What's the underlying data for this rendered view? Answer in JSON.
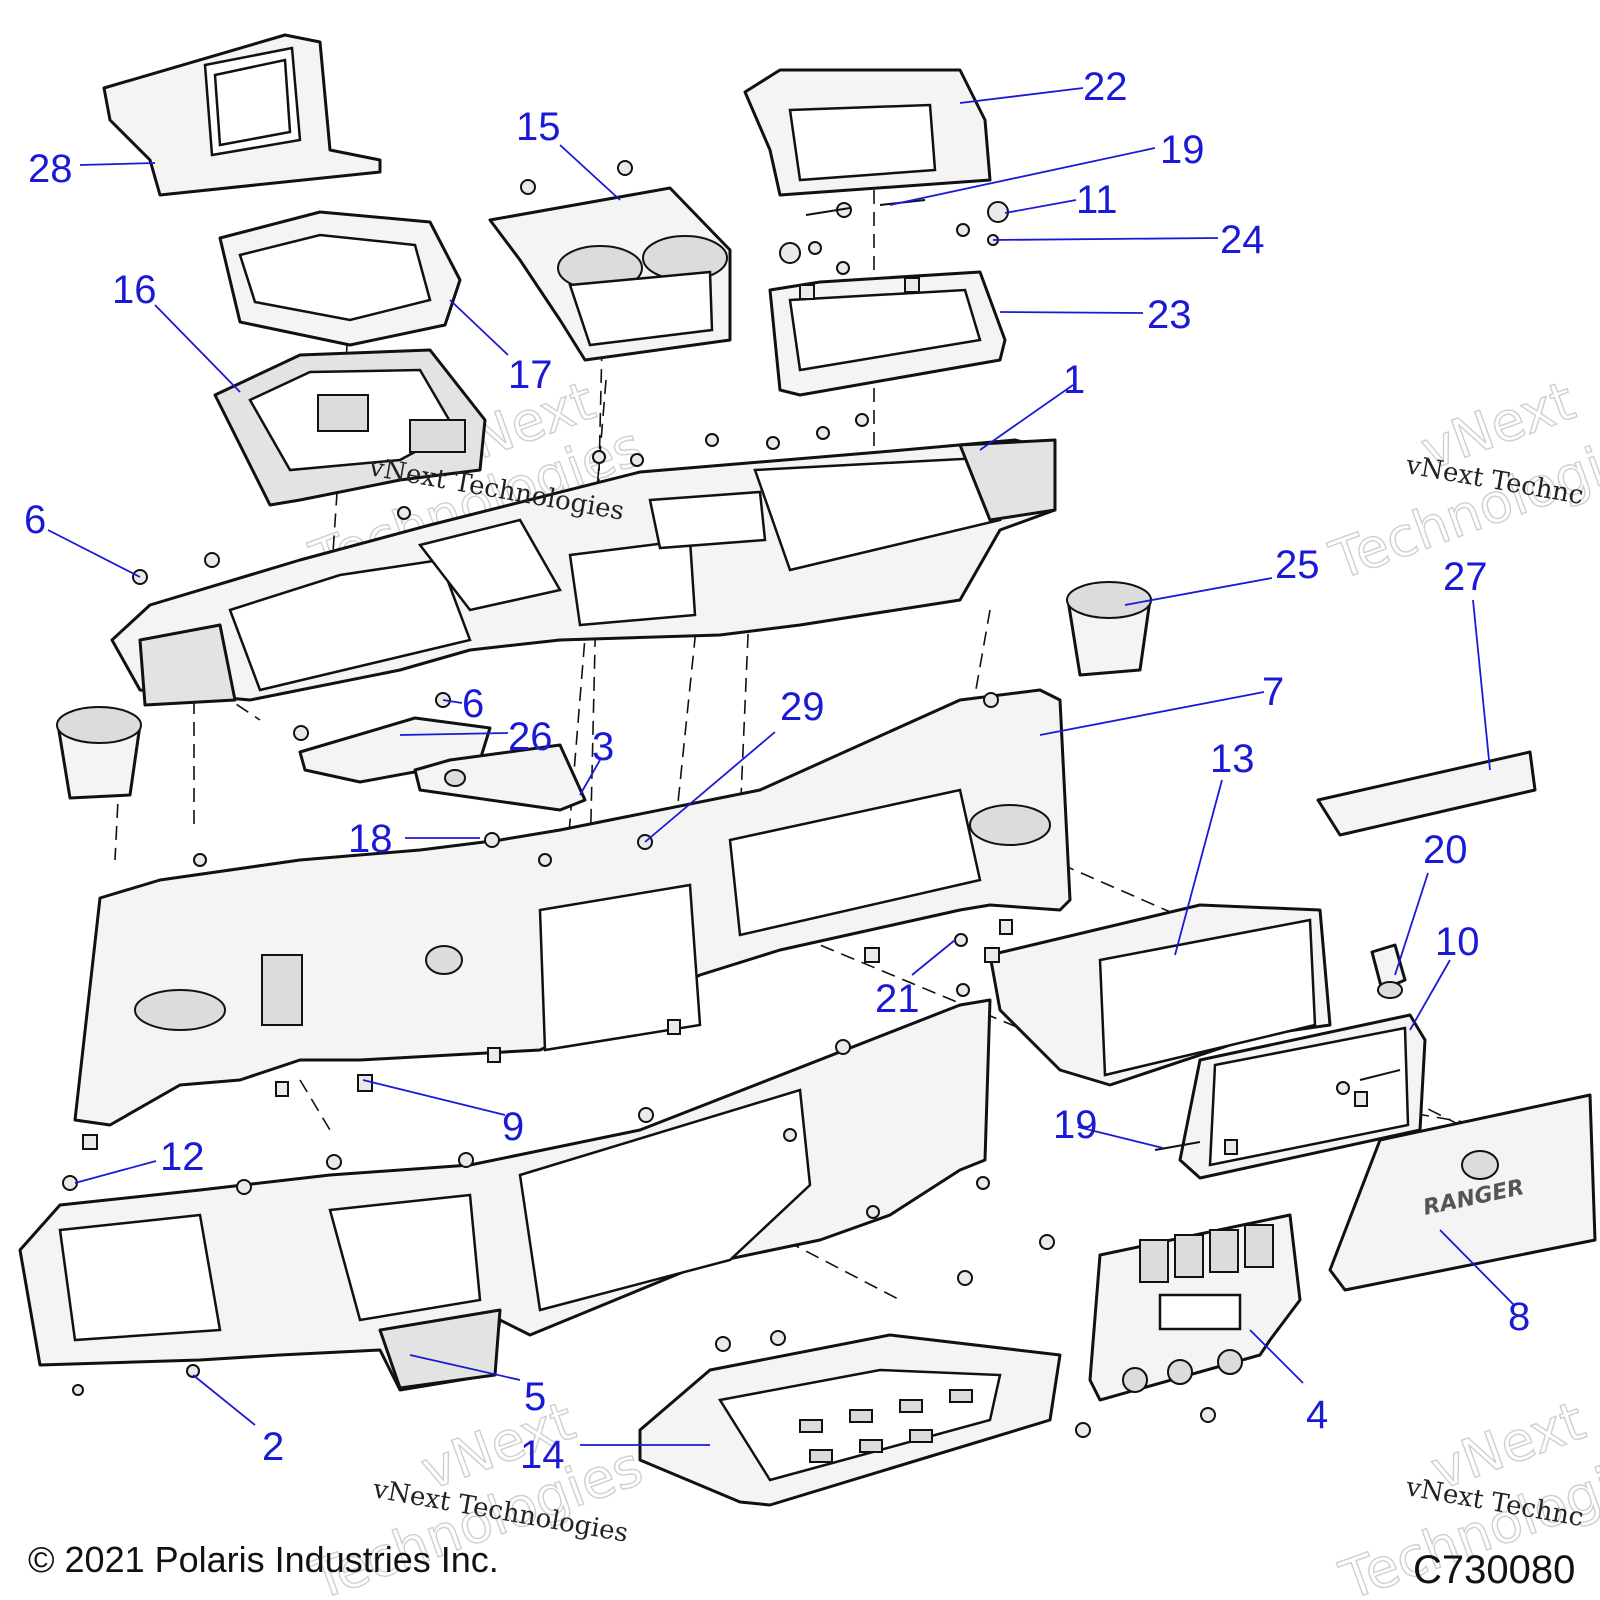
{
  "callouts": [
    {
      "label": "1"
    },
    {
      "label": "2"
    },
    {
      "label": "3"
    },
    {
      "label": "4"
    },
    {
      "label": "5"
    },
    {
      "label": "6"
    },
    {
      "label": "6"
    },
    {
      "label": "7"
    },
    {
      "label": "8"
    },
    {
      "label": "9"
    },
    {
      "label": "10"
    },
    {
      "label": "11"
    },
    {
      "label": "12"
    },
    {
      "label": "13"
    },
    {
      "label": "14"
    },
    {
      "label": "15"
    },
    {
      "label": "16"
    },
    {
      "label": "17"
    },
    {
      "label": "18"
    },
    {
      "label": "19"
    },
    {
      "label": "19"
    },
    {
      "label": "20"
    },
    {
      "label": "21"
    },
    {
      "label": "22"
    },
    {
      "label": "23"
    },
    {
      "label": "24"
    },
    {
      "label": "25"
    },
    {
      "label": "26"
    },
    {
      "label": "27"
    },
    {
      "label": "28"
    },
    {
      "label": "29"
    }
  ],
  "watermark": {
    "big_line1": "vNext",
    "big_line2": "Technologies",
    "small": "vNext Technologies",
    "small_cut": "vNext Technc"
  },
  "footer": {
    "copyright": "© 2021 Polaris Industries Inc.",
    "drawing_code": "C730080"
  },
  "emboss": {
    "glovebox_logo": "RANGER"
  },
  "colors": {
    "callout": "#1a1ad6",
    "line": "#111111",
    "part_fill": "#f4f4f4"
  }
}
